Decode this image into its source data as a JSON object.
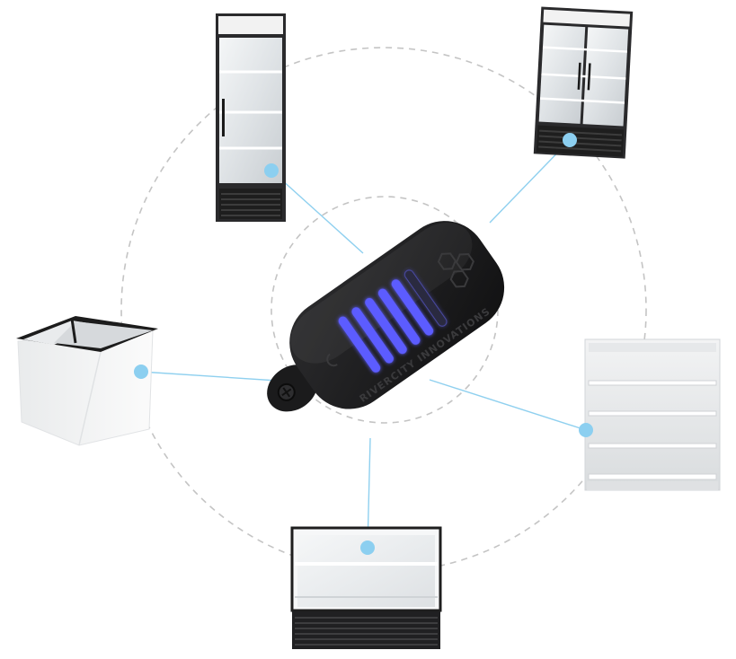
{
  "device": {
    "brand": "RIVERCITY INNOVATIONS",
    "icon": "hexagon-logo-icon",
    "colors": {
      "body": "#1d1d1f",
      "led": "#5b5bff",
      "led_glow": "#8c8cff"
    }
  },
  "connector_color": "#8fd0ef",
  "dot_color": "#8ccff0",
  "appliances": [
    {
      "id": "single-door-fridge",
      "icon": "single-door-fridge-icon"
    },
    {
      "id": "double-door-fridge",
      "icon": "double-door-fridge-icon"
    },
    {
      "id": "open-shelf-display",
      "icon": "open-shelf-display-icon"
    },
    {
      "id": "glass-display-case",
      "icon": "glass-display-case-icon"
    },
    {
      "id": "chest-freezer",
      "icon": "chest-freezer-icon"
    }
  ]
}
